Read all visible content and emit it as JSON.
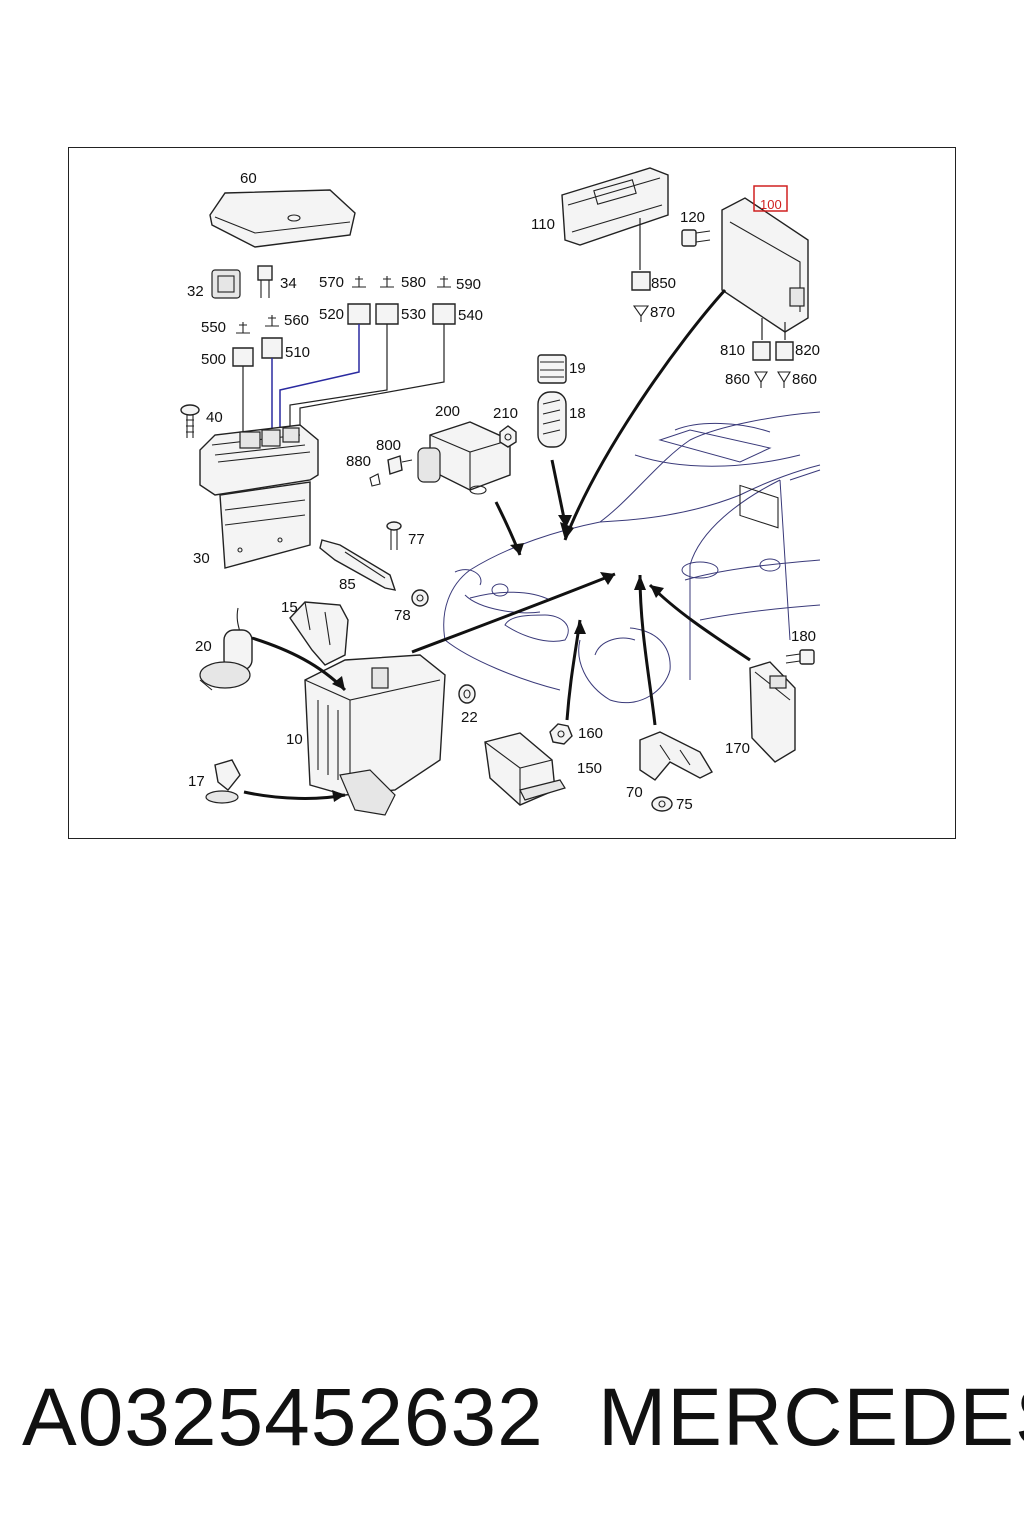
{
  "diagram": {
    "labels": {
      "l60": "60",
      "l32": "32",
      "l34": "34",
      "l550": "550",
      "l560": "560",
      "l500": "500",
      "l510": "510",
      "l570": "570",
      "l580": "580",
      "l590": "590",
      "l520": "520",
      "l530": "530",
      "l540": "540",
      "l40": "40",
      "l30": "30",
      "l110": "110",
      "l120": "120",
      "l100": "100",
      "l850": "850",
      "l870": "870",
      "l810": "810",
      "l820": "820",
      "l860a": "860",
      "l860b": "860",
      "l19": "19",
      "l18": "18",
      "l200": "200",
      "l210": "210",
      "l800": "800",
      "l880": "880",
      "l77": "77",
      "l85": "85",
      "l78": "78",
      "l15": "15",
      "l20": "20",
      "l10": "10",
      "l17": "17",
      "l22": "22",
      "l160": "160",
      "l150": "150",
      "l70": "70",
      "l75": "75",
      "l170": "170",
      "l180": "180"
    },
    "highlighted_part": "100",
    "highlight_color": "#d02020"
  },
  "footer": {
    "part_number": "A0325452632",
    "brand": "MERCEDES"
  }
}
